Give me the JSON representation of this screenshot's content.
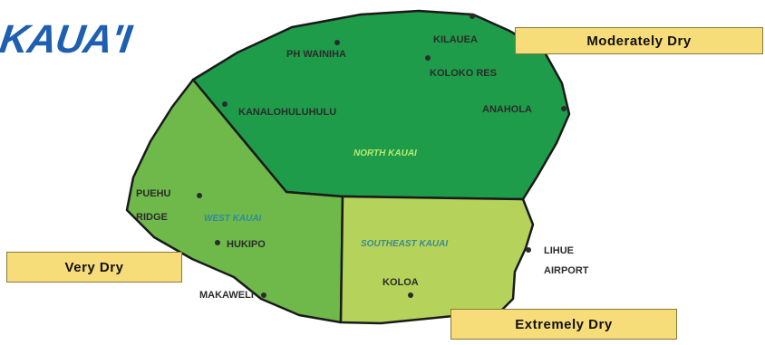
{
  "island": {
    "title": "KAUA'I"
  },
  "regions": {
    "north": "NORTH KAUAI",
    "west": "WEST KAUAI",
    "southeast": "SOUTHEAST KAUAI"
  },
  "places": {
    "kilauea": "KILAUEA",
    "ph_wainiha": "PH WAINIHA",
    "koloko_res": "KOLOKO RES",
    "kanalohuluhulu": "KANALOHULUHULU",
    "anahola": "ANAHOLA",
    "puehu": "PUEHU",
    "ridge": "RIDGE",
    "hukipo": "HUKIPO",
    "lihue": "LIHUE",
    "airport": "AIRPORT",
    "koloa": "KOLOA",
    "makaweli": "MAKAWELI"
  },
  "legend": {
    "moderately_dry": "Moderately Dry",
    "very_dry": "Very Dry",
    "extremely_dry": "Extremely Dry"
  },
  "colors": {
    "north_kauai": "#1e9c4a",
    "west_kauai": "#6fb84a",
    "southeast_kauai": "#b5d35a",
    "legend_box": "#f7dc7a",
    "title": "#1f5fb0",
    "border": "#1a1a1a"
  }
}
